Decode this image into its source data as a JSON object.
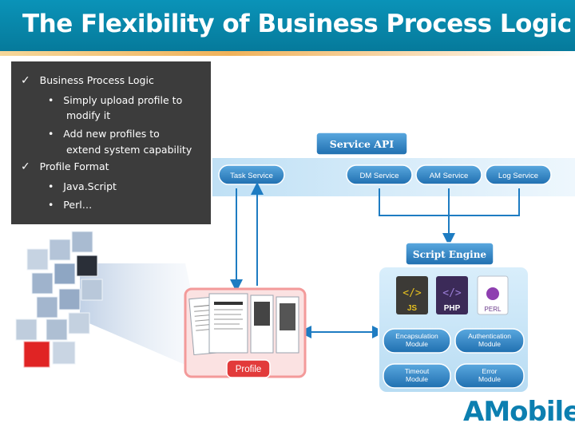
{
  "title": "The Flexibility of Business Process Logic",
  "bullets": [
    {
      "kind": "check",
      "text": "Business Process Logic"
    },
    {
      "kind": "dot",
      "text": "Simply upload profile to"
    },
    {
      "kind": "cont",
      "text": "modify it"
    },
    {
      "kind": "dot",
      "text": "Add new profiles to"
    },
    {
      "kind": "cont",
      "text": "extend system capability"
    },
    {
      "kind": "check",
      "text": "Profile Format"
    },
    {
      "kind": "dot",
      "text": "Java.Script"
    },
    {
      "kind": "dot",
      "text": "Perl…"
    }
  ],
  "symbols": {
    "check": "✓",
    "dot": "•"
  },
  "diagram": {
    "service_api": "Service API",
    "services": [
      "Task Service",
      "DM Service",
      "AM Service",
      "Log Service"
    ],
    "script_engine": "Script Engine",
    "languages": [
      "JS",
      "PHP",
      "PERL"
    ],
    "modules": [
      "Encapsulation Module",
      "Authentication Module",
      "Timeout Module",
      "Error Module"
    ],
    "profile": "Profile"
  },
  "logo": {
    "brand": "AMobile",
    "brand_prefix": "AM",
    "brand_suffix": "obile"
  },
  "colors": {
    "title_bg": "#0a93b8",
    "box_blue": "#2f86c6",
    "panel_blue": "#cfe8f8",
    "profile_red": "#e23b3b"
  }
}
